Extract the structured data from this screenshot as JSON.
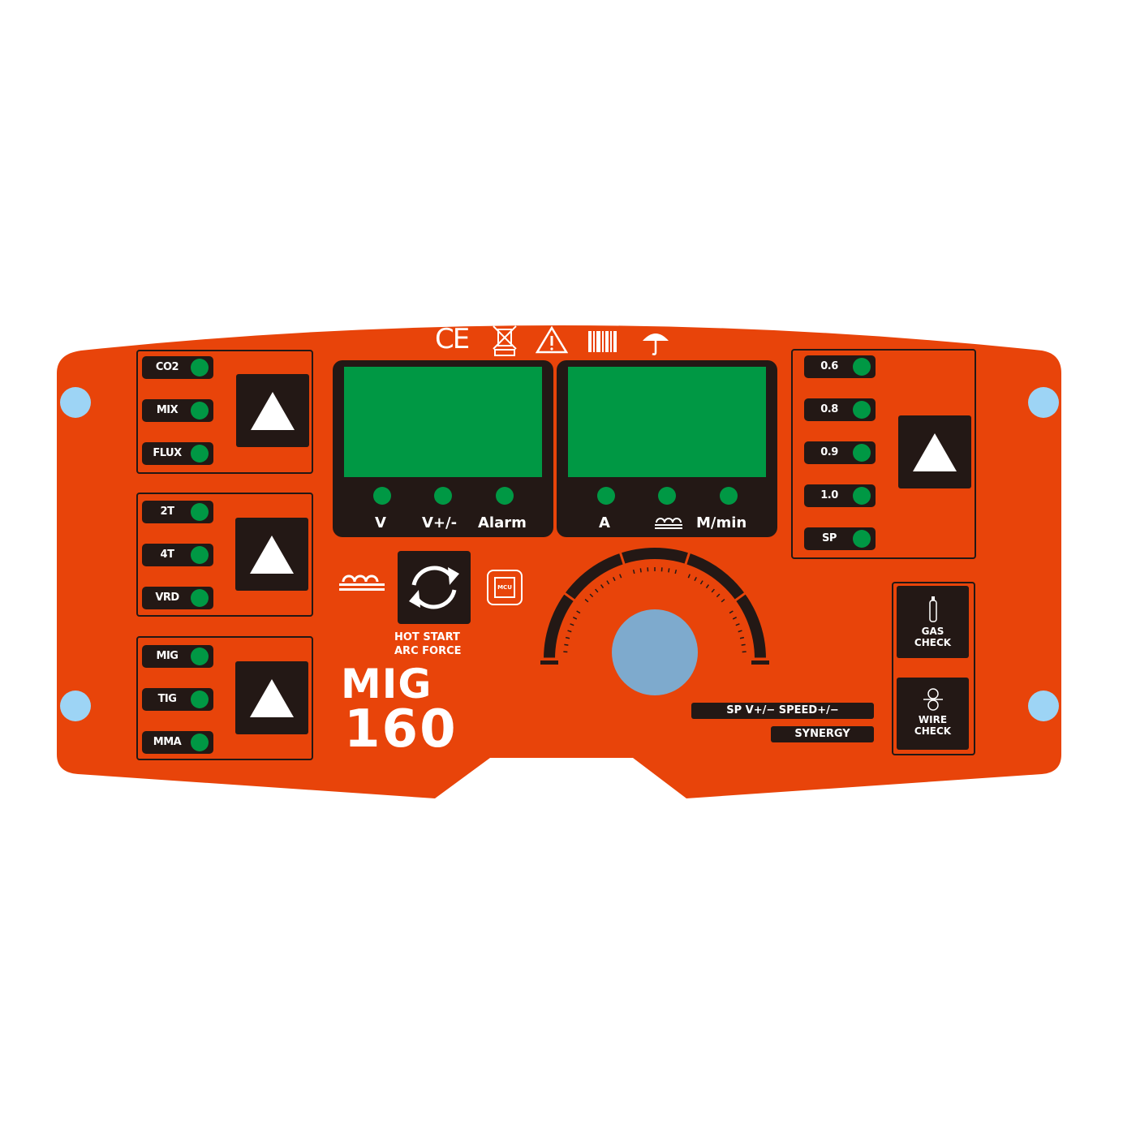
{
  "colors": {
    "panel": "#e8440a",
    "dark": "#231815",
    "led": "#009844",
    "knob": "#7eaacd",
    "hole": "#9dd4f5"
  },
  "top_icons": [
    "ce-mark-icon",
    "weee-bin-icon",
    "warning-icon",
    "manual-icon",
    "umbrella-icon"
  ],
  "ce_label": "CE",
  "gas_group": [
    "CO2",
    "MIX",
    "FLUX"
  ],
  "trigger_group": [
    "2T",
    "4T",
    "VRD"
  ],
  "process_group": [
    "MIG",
    "TIG",
    "MMA"
  ],
  "wire_group": [
    "0.6",
    "0.8",
    "0.9",
    "1.0",
    "SP"
  ],
  "display_left": {
    "labels": [
      "V",
      "V+/-",
      "Alarm"
    ]
  },
  "display_right": {
    "labels": [
      "A",
      "",
      "M/min"
    ]
  },
  "hot_start": {
    "line1": "HOT START",
    "line2": "ARC FORCE"
  },
  "mcu_label": "MCU",
  "model": {
    "name": "MIG",
    "number": "160"
  },
  "tags": {
    "sp_line": "SP V+/− SPEED+/−",
    "synergy": "SYNERGY"
  },
  "gas_check": {
    "line1": "GAS",
    "line2": "CHECK"
  },
  "wire_check": {
    "line1": "WIRE",
    "line2": "CHECK"
  }
}
